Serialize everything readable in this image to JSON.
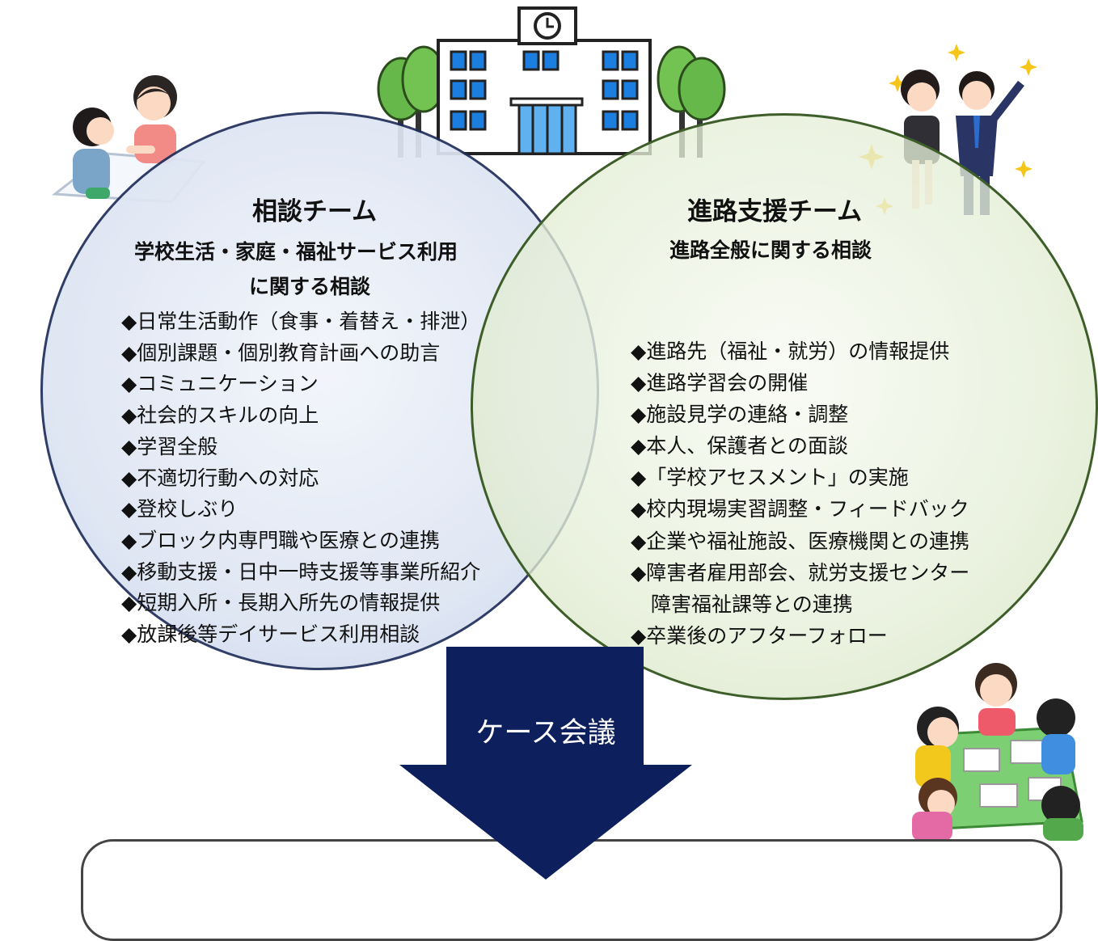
{
  "consult_team": {
    "title": "相談チーム",
    "subtitle_line1": "学校生活・家庭・福祉サービス利用",
    "subtitle_line2": "に関する相談",
    "items": [
      "◆日常生活動作（食事・着替え・排泄）",
      "◆個別課題・個別教育計画への助言",
      "◆コミュニケーション",
      "◆社会的スキルの向上",
      "◆学習全般",
      "◆不適切行動への対応",
      "◆登校しぶり",
      "◆ブロック内専門職や医療との連携",
      "◆移動支援・日中一時支援等事業所紹介",
      "◆短期入所・長期入所先の情報提供",
      "◆放課後等デイサービス利用相談"
    ]
  },
  "career_team": {
    "title": "進路支援チーム",
    "subtitle": "進路全般に関する相談",
    "items": [
      "◆進路先（福祉・就労）の情報提供",
      "◆進路学習会の開催",
      "◆施設見学の連絡・調整",
      "◆本人、保護者との面談",
      "◆「学校アセスメント」の実施",
      "◆校内現場実習調整・フィードバック",
      "◆企業や福祉施設、医療機関との連携",
      "◆障害者雇用部会、就労支援センター",
      "　障害福祉課等との連携",
      "◆卒業後のアフターフォロー"
    ]
  },
  "case_meeting": {
    "label": "ケース会議"
  },
  "colors": {
    "left_circle_border": "#1f2d5a",
    "right_circle_border": "#3e5e29",
    "arrow": "#0d1f5c"
  }
}
